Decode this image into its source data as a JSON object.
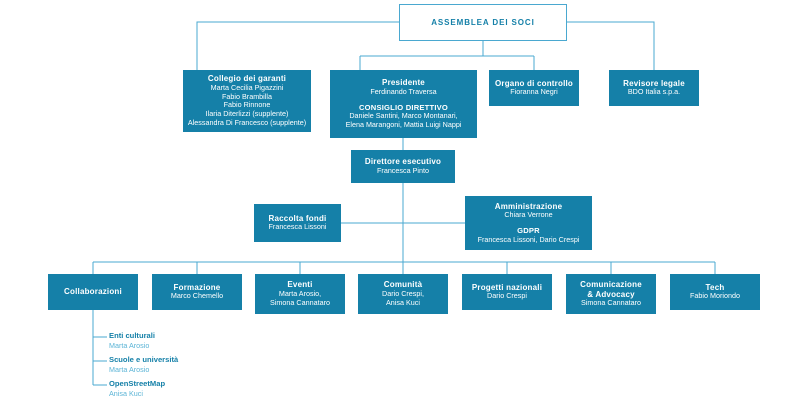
{
  "meta": {
    "colors": {
      "box_fill": "#1580a8",
      "box_text": "#ffffff",
      "line": "#4aa8d0",
      "root_text": "#1580a8",
      "leaf_title": "#1580a8",
      "leaf_people": "#5bb4d6",
      "background": "#ffffff"
    }
  },
  "nodes": {
    "assemblea": {
      "title": "ASSEMBLEA DEI SOCI",
      "people": ""
    },
    "collegio_garanti": {
      "title": "Collegio dei garanti",
      "people": "Marta Cecilia Pigazzini\nFabio Brambilla\nFabio Rinnone\nIlaria Diterlizzi (supplente)\nAlessandra Di Francesco (supplente)"
    },
    "presidente": {
      "title": "Presidente",
      "people": "Ferdinando Traversa",
      "sub_title": "CONSIGLIO DIRETTIVO",
      "sub_people": "Daniele Santini, Marco Montanari,\nElena Marangoni, Mattia Luigi Nappi"
    },
    "organo_controllo": {
      "title": "Organo di controllo",
      "people": "Fioranna Negri"
    },
    "revisore_legale": {
      "title": "Revisore legale",
      "people": "BDO Italia s.p.a."
    },
    "direttore_esecutivo": {
      "title": "Direttore esecutivo",
      "people": "Francesca Pinto"
    },
    "raccolta_fondi": {
      "title": "Raccolta fondi",
      "people": "Francesca Lissoni"
    },
    "amministrazione": {
      "title": "Amministrazione",
      "people": "Chiara Verrone",
      "sub_title": "GDPR",
      "sub_people": "Francesca Lissoni, Dario Crespi"
    }
  },
  "departments": [
    {
      "title": "Collaborazioni",
      "people": ""
    },
    {
      "title": "Formazione",
      "people": "Marco Chemello"
    },
    {
      "title": "Eventi",
      "people": "Marta Arosio,\nSimona Cannataro"
    },
    {
      "title": "Comunità",
      "people": "Dario Crespi,\nAnisa Kuci"
    },
    {
      "title": "Progetti nazionali",
      "people": "Dario Crespi"
    },
    {
      "title": "Comunicazione\n& Advocacy",
      "people": "Simona Cannataro"
    },
    {
      "title": "Tech",
      "people": "Fabio Moriondo"
    }
  ],
  "collaborazioni_children": [
    {
      "title": "Enti culturali",
      "people": "Marta Arosio"
    },
    {
      "title": "Scuole e università",
      "people": "Marta Arosio"
    },
    {
      "title": "OpenStreetMap",
      "people": "Anisa Kuci"
    }
  ]
}
